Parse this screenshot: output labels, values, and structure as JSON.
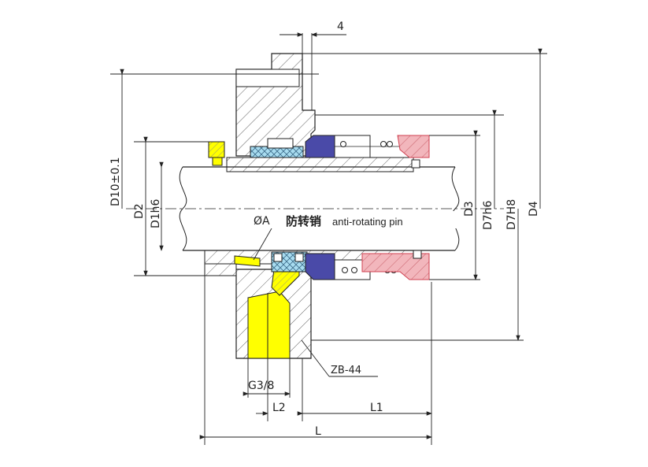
{
  "drawing": {
    "dims": {
      "top_offset": "4",
      "d10": "D10±0.1",
      "d2": "D2",
      "d1": "D1h6",
      "d3": "D3",
      "d7h6": "D7h6",
      "d7h8": "D7H8",
      "d4": "D4",
      "g": "G3/8",
      "l2": "L2",
      "l1": "L1",
      "l": "L"
    },
    "labels": {
      "pin_symbol": "ØA",
      "pin_cn": "防转销",
      "pin_en": "anti-rotating pin",
      "part_no": "ZB-44"
    },
    "colors": {
      "line": "#222222",
      "hatch": "#555555",
      "yellow": "#ffff00",
      "blue_seat": "#4a4aa8",
      "cyan_cross": "#9ad6ee",
      "pink": "#f2b6bc",
      "pink_line": "#d04050"
    }
  }
}
